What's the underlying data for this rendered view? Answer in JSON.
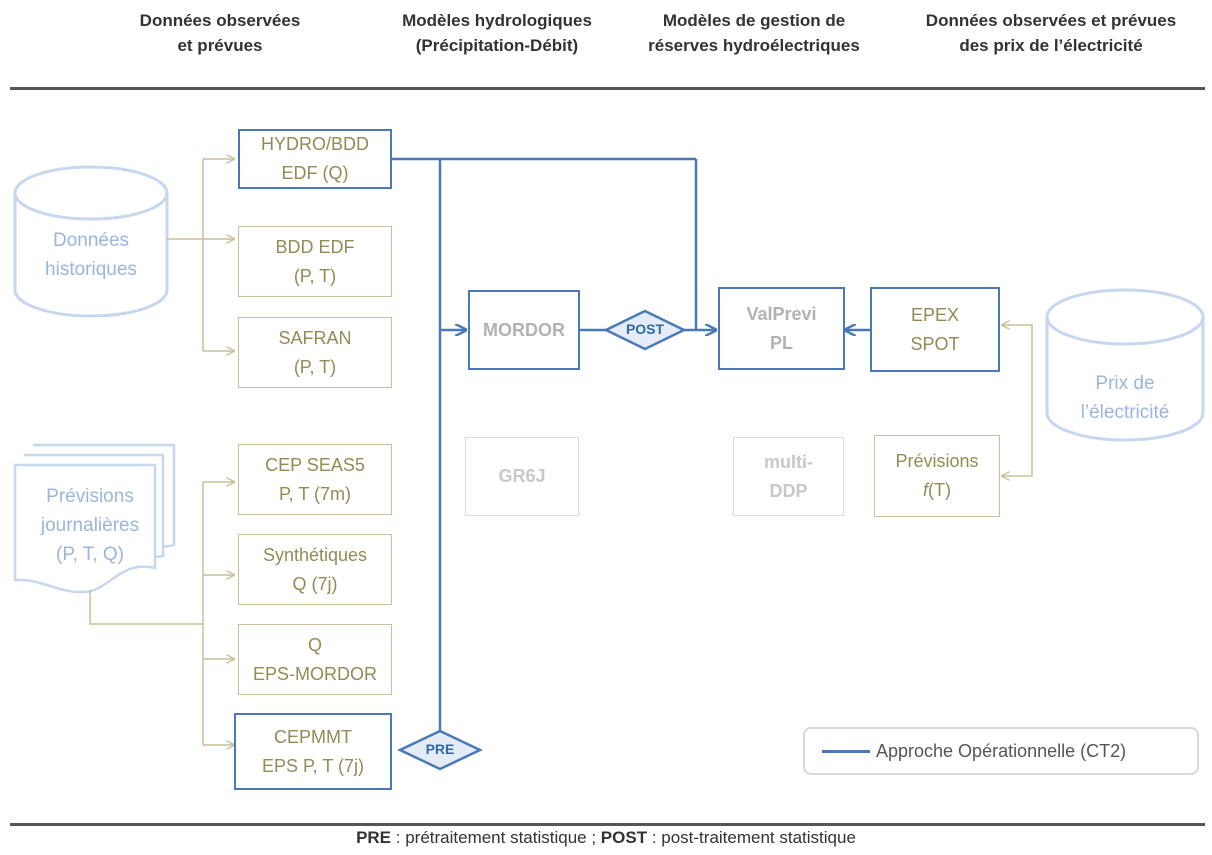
{
  "headers": [
    {
      "line1": "Données observées",
      "line2": "et prévues"
    },
    {
      "line1": "Modèles hydrologiques",
      "line2": "(Précipitation-Débit)"
    },
    {
      "line1": "Modèles de gestion de",
      "line2": "réserves hydroélectriques"
    },
    {
      "line1": "Données observées et prévues",
      "line2": "des prix de l’électricité"
    }
  ],
  "sources": {
    "historical": {
      "line1": "Données",
      "line2": "historiques"
    },
    "forecasts": {
      "line1": "Prévisions",
      "line2": "journalières",
      "line3": "(P, T, Q)"
    },
    "price": {
      "line1": "Prix de",
      "line2": "l’électricité"
    }
  },
  "boxes": {
    "hydro_bdd": {
      "line1": "HYDRO/BDD",
      "line2": "EDF (Q)"
    },
    "bdd_edf": {
      "line1": "BDD EDF",
      "line2": "(P, T)"
    },
    "safran": {
      "line1": "SAFRAN",
      "line2": "(P, T)"
    },
    "cep_seas5": {
      "line1": "CEP SEAS5",
      "line2": "P, T (7m)"
    },
    "synthetiques": {
      "line1": "Synthétiques",
      "line2": "Q (7j)"
    },
    "eps_mordor": {
      "line1": "Q",
      "line2": "EPS-MORDOR"
    },
    "cepmmt": {
      "line1": "CEPMMT",
      "line2": "EPS P, T (7j)"
    },
    "mordor": {
      "line1": "MORDOR"
    },
    "gr6j": {
      "line1": "GR6J"
    },
    "valprevi": {
      "line1": "ValPrevi",
      "line2": "PL"
    },
    "multi_ddp": {
      "line1": "multi-",
      "line2": "DDP"
    },
    "epex_spot": {
      "line1": "EPEX",
      "line2": "SPOT"
    },
    "previsions_fT": {
      "line1": "Prévisions",
      "line2_italic": "f",
      "line2_rest": "(T)"
    }
  },
  "diamonds": {
    "pre": "PRE",
    "post": "POST"
  },
  "legend": {
    "label": "Approche Opérationnelle (CT2)"
  },
  "footer": {
    "pre_bold": "PRE",
    "pre_text": " : prétraitement statistique ; ",
    "post_bold": "POST",
    "post_text": " : post-traitement statistique"
  },
  "colors": {
    "operational_blue": "#4a78b8",
    "olive": "#c9bf99",
    "olive_text": "#948a54",
    "light_blue": "#9bb6dc",
    "ghost": "#dedede"
  }
}
